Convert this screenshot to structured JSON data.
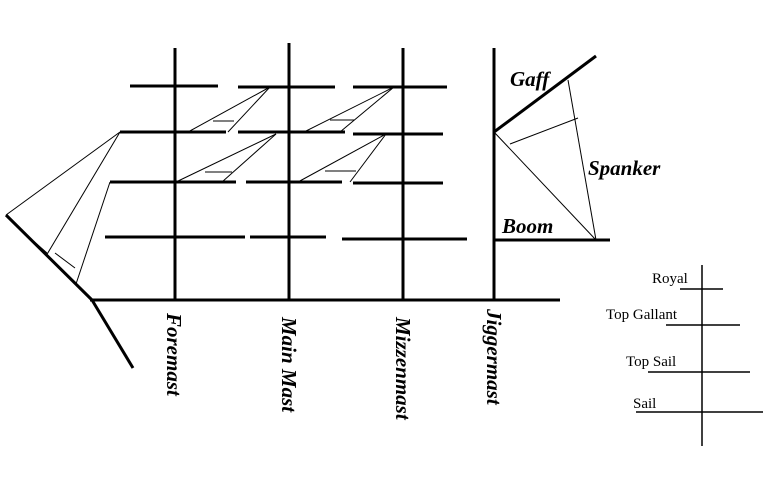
{
  "masts": {
    "foremast": "Foremast",
    "main_mast": "Main Mast",
    "mizzenmast": "Mizzenmast",
    "jiggermast": "Jiggermast"
  },
  "rig": {
    "gaff": "Gaff",
    "spanker": "Spanker",
    "boom": "Boom"
  },
  "legend": {
    "royal": "Royal",
    "top_gallant": "Top Gallant",
    "top_sail": "Top Sail",
    "sail": "Sail"
  }
}
